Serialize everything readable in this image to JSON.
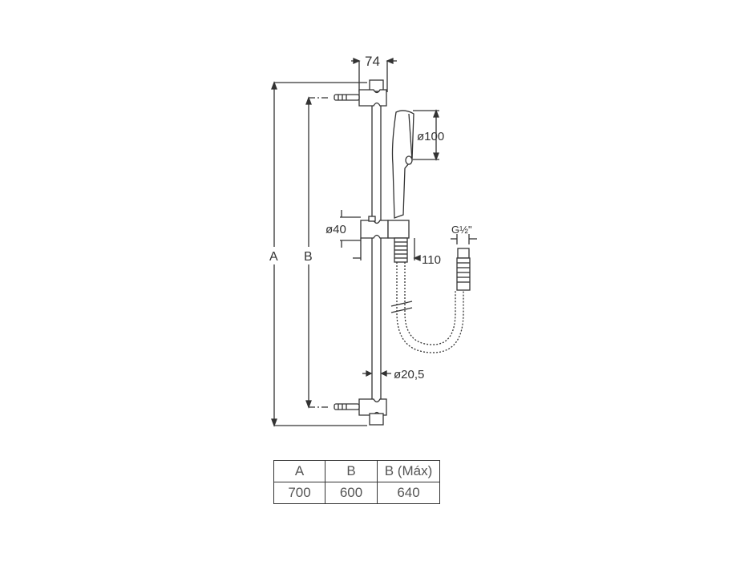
{
  "diagram": {
    "title": "Shower rail kit dimension drawing",
    "labels": {
      "width_74": "74",
      "handshower_diameter": "ø100",
      "slider_diameter": "ø40",
      "hose_connection": "110",
      "thread": "G½\"",
      "bar_diameter": "ø20,5",
      "height_A": "A",
      "height_B": "B"
    },
    "table": {
      "headers": [
        "A",
        "B",
        "B (Máx)"
      ],
      "rows": [
        [
          "700",
          "600",
          "640"
        ]
      ]
    },
    "colors": {
      "line": "#333333",
      "text": "#333333",
      "background": "#ffffff"
    }
  }
}
